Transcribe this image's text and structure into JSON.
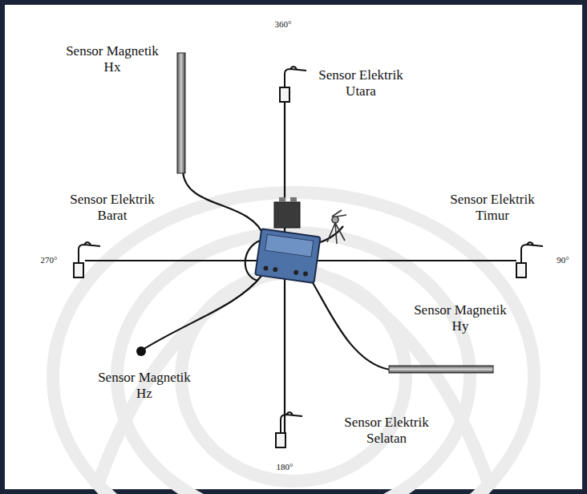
{
  "diagram": {
    "labels": [
      "Sensor Magnetik Hx",
      "360°",
      "Sensor Elektrik Utara",
      "Sensor Elektrik Barat",
      "270°",
      "Sensor Elektrik Timur",
      "90°",
      "Sensor Magnetik Hy",
      "Sensor Magnetik Hz",
      "Sensor Elektrik Selatan",
      "180°"
    ]
  }
}
